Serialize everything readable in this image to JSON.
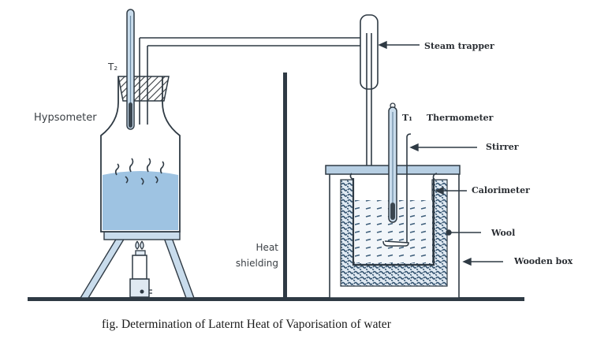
{
  "figure": {
    "caption": "fig. Determination of Laternt Heat of Vaporisation of water",
    "labels": {
      "t2": "T₂",
      "hypsometer": "Hypsometer",
      "steam_trapper": "Steam trapper",
      "t1": "T₁",
      "thermometer": "Thermometer",
      "stirrer": "Stirrer",
      "calorimeter": "Calorimeter",
      "wool": "Wool",
      "wooden_box": "Wooden box",
      "heat": "Heat",
      "shielding": "shielding"
    },
    "colors": {
      "water": "#9ec3e2",
      "outline": "#2f3a44",
      "wool": "#5a7f9e",
      "cork_hatch": "#3a3f44"
    }
  }
}
